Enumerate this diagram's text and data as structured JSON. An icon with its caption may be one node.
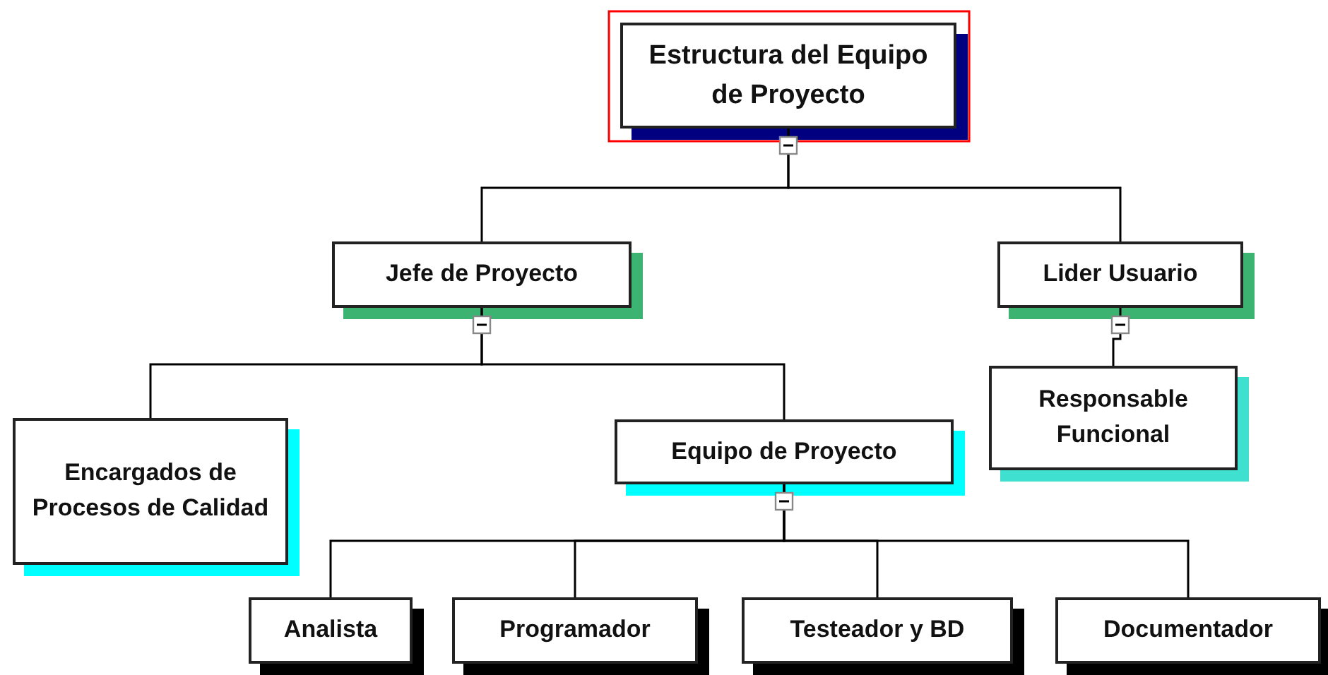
{
  "diagram": {
    "nodes": [
      {
        "text": [
          "Estructura del Equipo de Proyecto"
        ]
      },
      {
        "text": [
          "Jefe de Proyecto"
        ]
      },
      {
        "text": [
          "Lider Usuario"
        ]
      },
      {
        "text": [
          "Encargados de Procesos de Calidad"
        ]
      },
      {
        "text": [
          "Equipo de Proyecto"
        ]
      },
      {
        "text": [
          "Responsable Funcional"
        ]
      },
      {
        "text": [
          "Analista"
        ]
      },
      {
        "text": [
          "Programador"
        ]
      },
      {
        "text": [
          "Testeador y BD"
        ]
      },
      {
        "text": [
          "Documentador"
        ]
      }
    ],
    "edges": [
      {
        "from": 0,
        "to": 1,
        "arrow": "none"
      },
      {
        "from": 0,
        "to": 2,
        "arrow": "none"
      },
      {
        "from": 1,
        "to": 3,
        "arrow": "none"
      },
      {
        "from": 1,
        "to": 4,
        "arrow": "none"
      },
      {
        "from": 2,
        "to": 5,
        "arrow": "none"
      },
      {
        "from": 4,
        "to": 6,
        "arrow": "none"
      },
      {
        "from": 4,
        "to": 7,
        "arrow": "none"
      },
      {
        "from": 4,
        "to": 8,
        "arrow": "none"
      },
      {
        "from": 4,
        "to": 9,
        "arrow": "none"
      }
    ]
  }
}
